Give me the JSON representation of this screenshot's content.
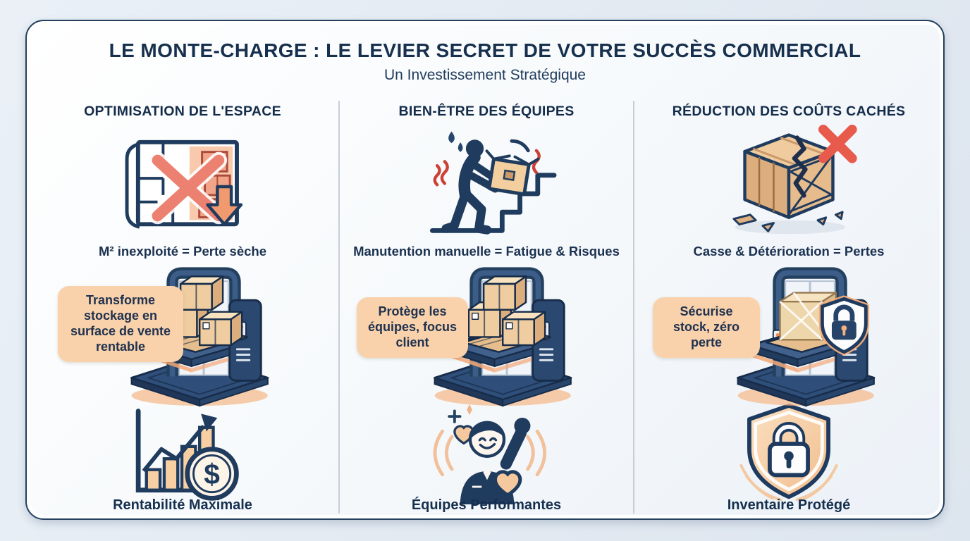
{
  "header": {
    "title": "LE MONTE-CHARGE : LE LEVIER SECRET DE VOTRE SUCCÈS COMMERCIAL",
    "subtitle": "Un Investissement Stratégique"
  },
  "columns": [
    {
      "heading": "OPTIMISATION DE L'ESPACE",
      "problem_icon": "floorplan-crossed-icon",
      "problem_caption": "M² inexploité = Perte sèche",
      "callout": "Transforme stockage en surface de vente rentable",
      "solution_icon": "freight-lift-boxes-icon",
      "benefit_icon": "growth-chart-dollar-icon",
      "currency_symbol": "$",
      "benefit_caption": "Rentabilité Maximale"
    },
    {
      "heading": "BIEN-ÊTRE DES ÉQUIPES",
      "problem_icon": "worker-carrying-box-stairs-icon",
      "problem_caption": "Manutention manuelle = Fatigue & Risques",
      "callout": "Protège les équipes, focus client",
      "solution_icon": "freight-lift-boxes-icon",
      "benefit_icon": "happy-employee-hearts-icon",
      "benefit_caption": "Équipes Performantes"
    },
    {
      "heading": "RÉDUCTION DES COÛTS CACHÉS",
      "problem_icon": "broken-crate-icon",
      "problem_caption": "Casse & Détérioration = Pertes",
      "callout": "Sécurise stock, zéro perte",
      "solution_icon": "freight-lift-shield-icon",
      "benefit_icon": "shield-lock-icon",
      "benefit_caption": "Inventaire Protégé"
    }
  ],
  "colors": {
    "navy": "#1f3b5e",
    "title_navy": "#16304e",
    "peach_callout": "#f9d2ab",
    "salmon_x": "#ec8172",
    "red_x": "#e85a4c",
    "tan_box": "#eccb9d",
    "glow_orange": "#f5b98e",
    "divider": "#c9ced6",
    "page_bg": "#e7edf4",
    "card_bg": "#fbfcfe"
  }
}
